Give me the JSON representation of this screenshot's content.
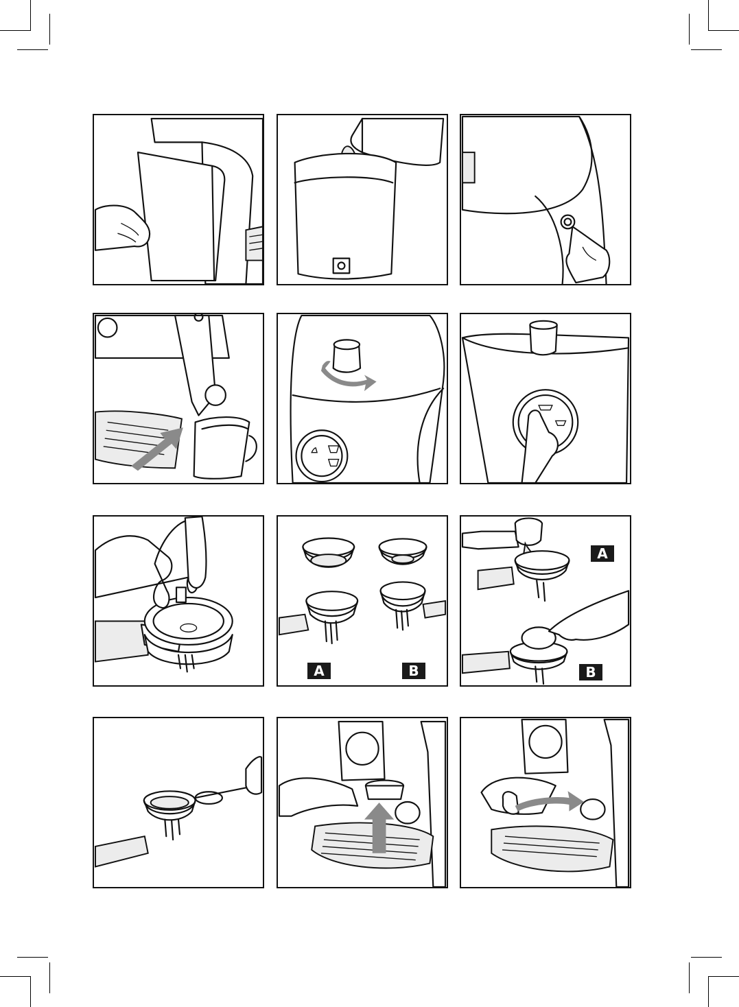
{
  "page": {
    "labels": {
      "p8_a": "A",
      "p8_b": "B",
      "p9_a": "A",
      "p9_b": "B"
    }
  }
}
